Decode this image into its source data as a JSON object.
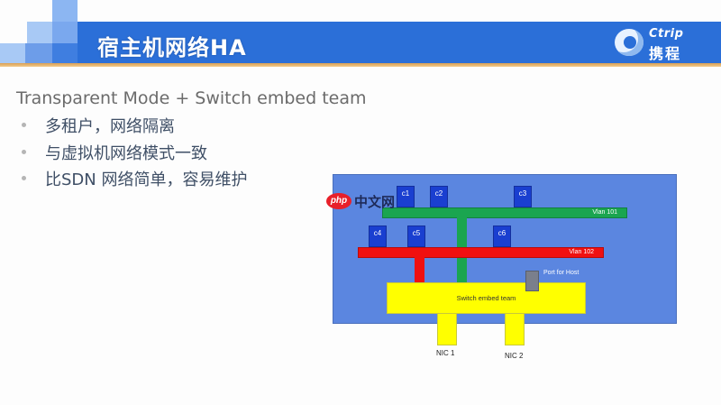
{
  "header": {
    "title": "宿主机网络HA",
    "logo": {
      "en": "Ctrip",
      "cn": "携程",
      "icon": "dolphin-logo-icon"
    },
    "colors": {
      "bar": "#2b6fd8",
      "strip": "#d9a055"
    }
  },
  "content": {
    "heading": "Transparent Mode + Switch embed team",
    "bullets": [
      {
        "text": "多租户，网络隔离"
      },
      {
        "text": "与虚拟机网络模式一致"
      },
      {
        "text": "比SDN 网络简单，容易维护"
      }
    ]
  },
  "diagram": {
    "background": "#5b86e0",
    "vms": [
      {
        "label": "c1",
        "vlan": "Vlan 101"
      },
      {
        "label": "c2",
        "vlan": "Vlan 101"
      },
      {
        "label": "c3",
        "vlan": "Vlan 101"
      },
      {
        "label": "c4",
        "vlan": "Vlan 102"
      },
      {
        "label": "c5",
        "vlan": "Vlan 102"
      },
      {
        "label": "c6",
        "vlan": "Vlan 102"
      }
    ],
    "vlans": [
      {
        "label": "Vlan 101",
        "color": "#1aa550"
      },
      {
        "label": "Vlan 102",
        "color": "#f01010"
      }
    ],
    "switch": {
      "label": "Switch embed team",
      "color": "#ffff00"
    },
    "port": {
      "label": "Port for Host",
      "color": "#7a7f8c"
    },
    "nics": [
      {
        "label": "NIC 1"
      },
      {
        "label": "NIC 2"
      }
    ]
  },
  "watermark": {
    "badge": "php",
    "text": "中文网"
  }
}
